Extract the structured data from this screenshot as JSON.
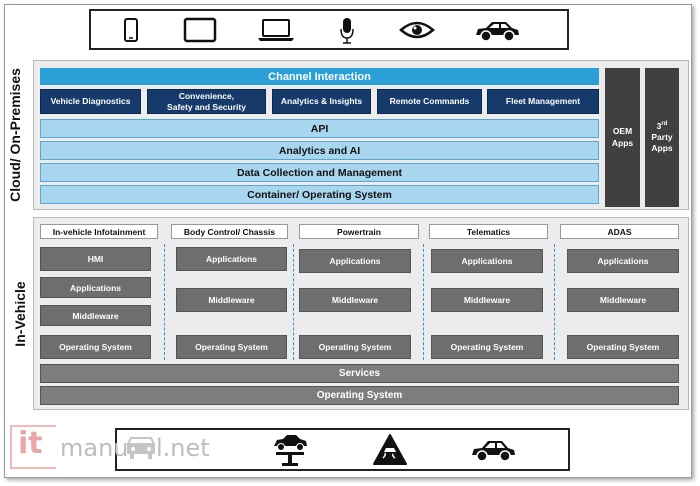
{
  "side_labels": {
    "cloud": "Cloud/ On-Premises",
    "vehicle": "In-Vehicle"
  },
  "top_icons": [
    "smartphone-icon",
    "tablet-icon",
    "laptop-icon",
    "microphone-icon",
    "eye-icon",
    "car-icon"
  ],
  "bottom_icons": [
    "car-lift-icon",
    "slippery-road-icon",
    "car-icon"
  ],
  "cloud": {
    "channel": "Channel Interaction",
    "services": [
      "Vehicle Diagnostics",
      "Convenience,\nSafety and Security",
      "Analytics & Insights",
      "Remote Commands",
      "Fleet Management"
    ],
    "layers": [
      "API",
      "Analytics and AI",
      "Data Collection and Management",
      "Container/ Operating System"
    ],
    "oem_apps": "OEM\nApps",
    "third_party_num": "3",
    "third_party_sup": "rd",
    "third_party_rest": "Party\nApps"
  },
  "vehicle": {
    "columns": [
      {
        "header": "In-vehicle Infotainment",
        "items": [
          "HMI",
          "Applications",
          "Middleware",
          "Operating System"
        ]
      },
      {
        "header": "Body Control/ Chassis",
        "items": [
          "Applications",
          "Middleware",
          "Operating System"
        ]
      },
      {
        "header": "Powertrain",
        "items": [
          "Applications",
          "Middleware",
          "Operating System"
        ]
      },
      {
        "header": "Telematics",
        "items": [
          "Applications",
          "Middleware",
          "Operating System"
        ]
      },
      {
        "header": "ADAS",
        "items": [
          "Applications",
          "Middleware",
          "Operating System"
        ]
      }
    ],
    "services": "Services",
    "os": "Operating System"
  },
  "watermark": {
    "it": "it",
    "rest": "manu",
    "end": "l.net"
  },
  "colors": {
    "channel": "#2a9fd8",
    "service_navy": "#163a6a",
    "layer_light": "#a8d6ef",
    "gray_box": "#6e6e6e",
    "dark_apps": "#404040"
  }
}
